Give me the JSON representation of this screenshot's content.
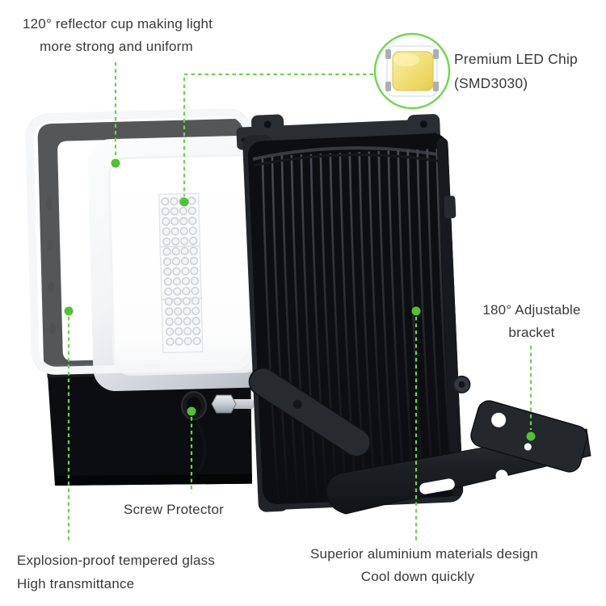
{
  "colors": {
    "accent_green": "#6fd14e",
    "dot_green": "#4ec42f",
    "label_text": "#383838",
    "chip_yellow": "#ecd055",
    "housing_black": "#121418"
  },
  "callouts": {
    "reflector": {
      "line1": "120° reflector cup making light",
      "line2": "more strong and uniform"
    },
    "led_chip": {
      "line1": "Premium LED Chip",
      "line2": "(SMD3030)"
    },
    "bracket": {
      "line1": "180° Adjustable",
      "line2": "bracket"
    },
    "screw": {
      "line1": "Screw Protector"
    },
    "glass": {
      "line1": "Explosion-proof tempered glass",
      "line2": "High transmittance"
    },
    "aluminium": {
      "line1": "Superior aluminium materials design",
      "line2": "Cool down quickly"
    }
  }
}
